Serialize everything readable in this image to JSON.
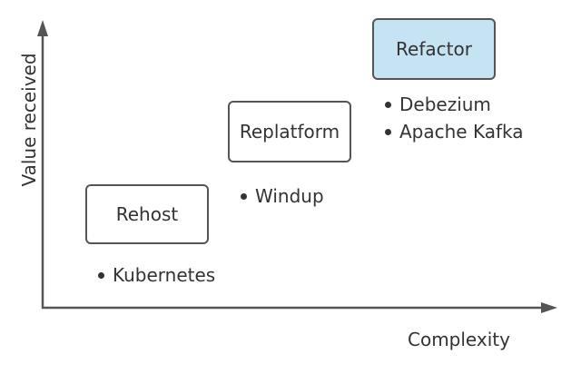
{
  "axes": {
    "y_label": "Value received",
    "x_label": "Complexity"
  },
  "stages": [
    {
      "label": "Rehost",
      "highlighted": false,
      "tools": [
        "Kubernetes"
      ]
    },
    {
      "label": "Replatform",
      "highlighted": false,
      "tools": [
        "Windup"
      ]
    },
    {
      "label": "Refactor",
      "highlighted": true,
      "tools": [
        "Debezium",
        "Apache Kafka"
      ]
    }
  ],
  "colors": {
    "axis": "#555555",
    "box_border": "#555555",
    "highlight_fill": "#c6e3f3",
    "text": "#333333"
  }
}
